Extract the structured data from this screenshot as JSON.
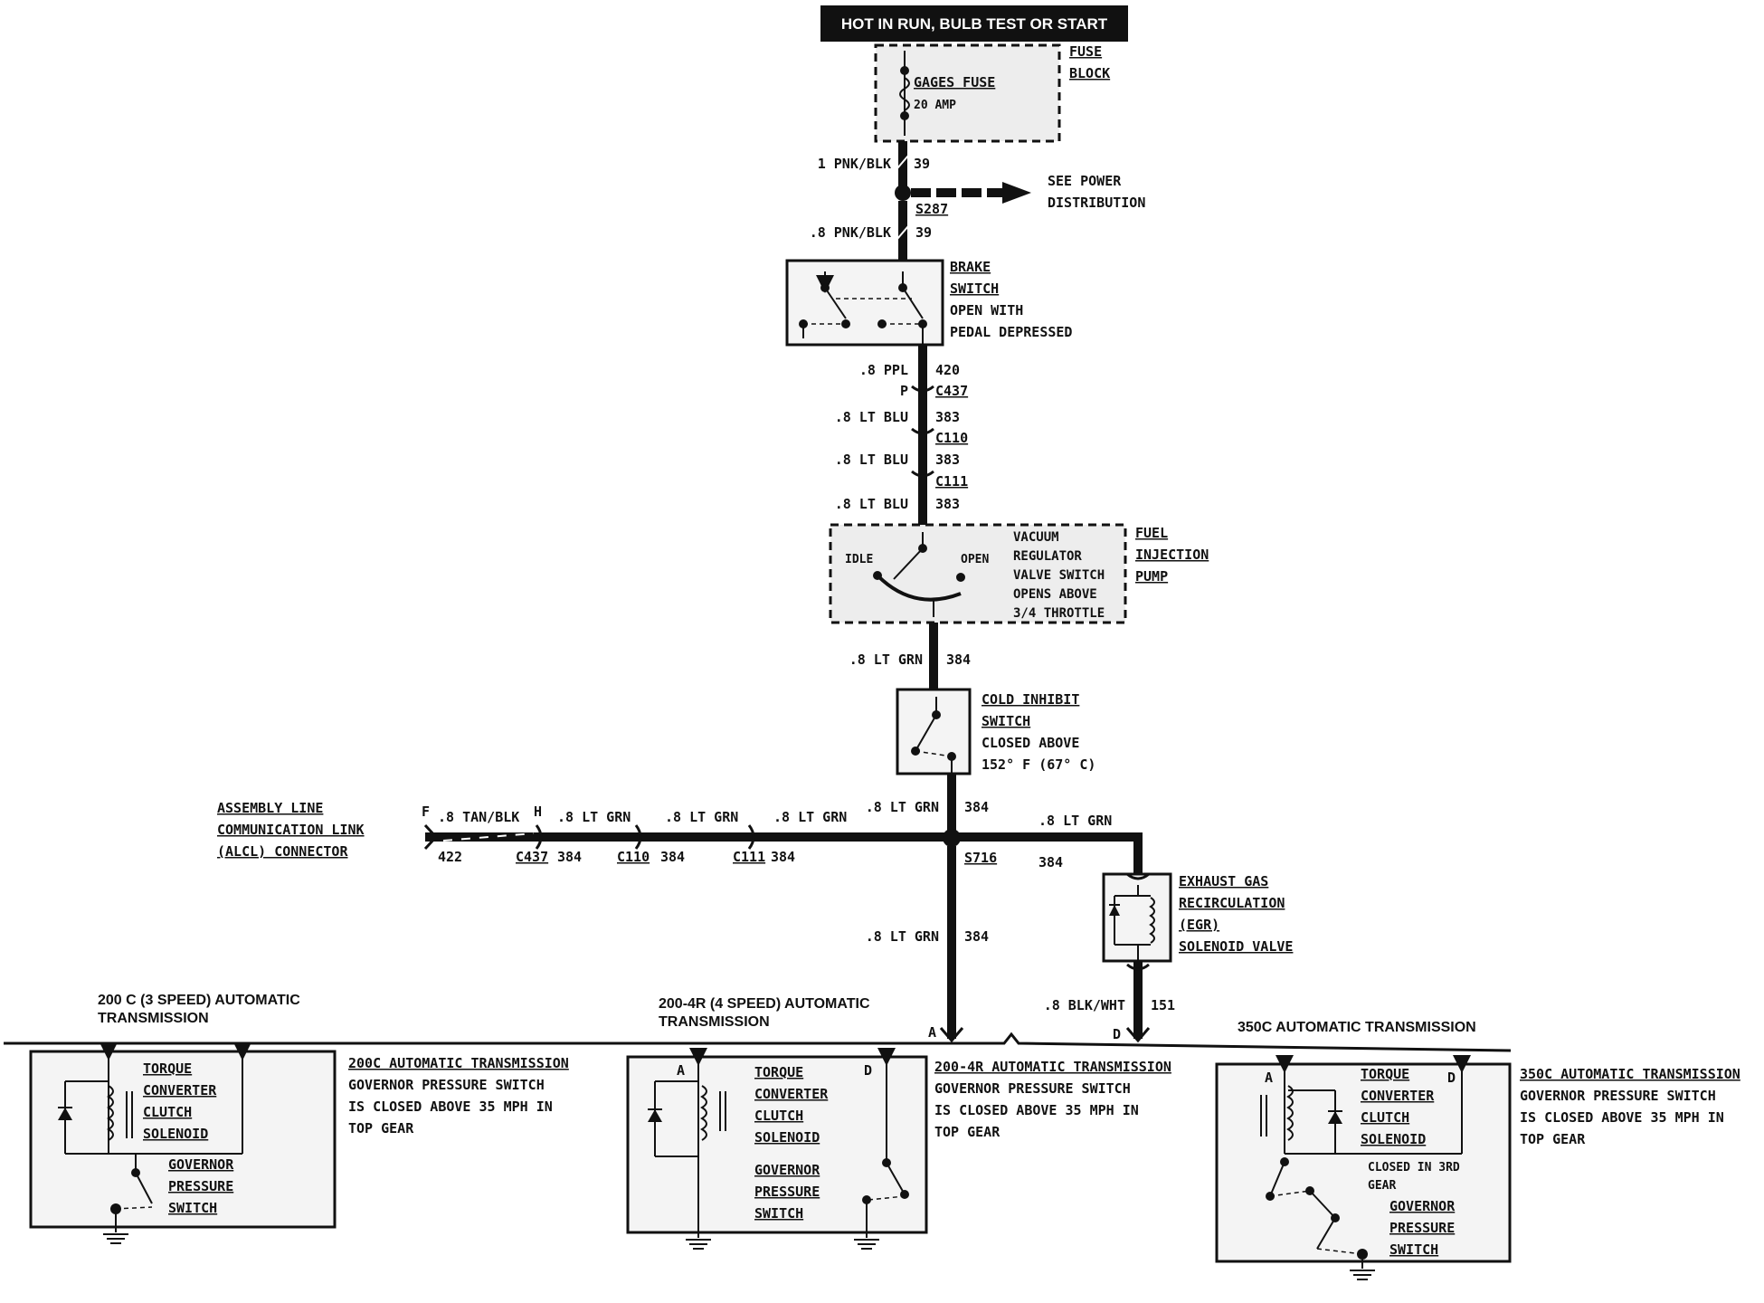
{
  "header": "HOT IN RUN,  BULB TEST OR START",
  "fuse_block": {
    "title_1": "FUSE",
    "title_2": "BLOCK",
    "fuse_name": "GAGES FUSE",
    "fuse_rating": "20 AMP"
  },
  "wire_top": {
    "gauge": "1 PNK/BLK",
    "circuit": "39"
  },
  "splice_s287": {
    "id": "S287",
    "see_1": "SEE POWER",
    "see_2": "DISTRIBUTION"
  },
  "wire_s287_brake": {
    "gauge": ".8 PNK/BLK",
    "circuit": "39"
  },
  "brake_switch": {
    "line1": "BRAKE",
    "line2": "SWITCH",
    "line3": "OPEN WITH",
    "line4": "PEDAL DEPRESSED"
  },
  "vertical_chain": {
    "w1_gauge": ".8 PPL",
    "w1_circuit": "420",
    "c437_pin": "P",
    "c437": "C437",
    "w2_gauge": ".8 LT BLU",
    "w2_circuit": "383",
    "c110": "C110",
    "w3_gauge": ".8 LT BLU",
    "w3_circuit": "383",
    "c111": "C111",
    "w4_gauge": ".8 LT BLU",
    "w4_circuit": "383"
  },
  "vacuum_switch": {
    "idle": "IDLE",
    "open": "OPEN",
    "line1": "VACUUM",
    "line2": "REGULATOR",
    "line3": "VALVE SWITCH",
    "line4": "OPENS ABOVE",
    "line5": "3/4 THROTTLE",
    "pump1": "FUEL",
    "pump2": "INJECTION",
    "pump3": "PUMP"
  },
  "wire_vac_cold": {
    "gauge": ".8 LT GRN",
    "circuit": "384"
  },
  "cold_inhibit": {
    "line1": "COLD INHIBIT",
    "line2": "SWITCH",
    "line3": "CLOSED ABOVE",
    "line4": "152° F (67° C)"
  },
  "wire_cold_s716": {
    "gauge": ".8 LT GRN",
    "circuit": "384"
  },
  "alcl": {
    "line1": "ASSEMBLY LINE",
    "line2": "COMMUNICATION LINK",
    "line3": "(ALCL) CONNECTOR",
    "pin_f": "F",
    "w1_gauge": ".8 TAN/BLK",
    "w1_circuit": "422",
    "pin_h": "H",
    "c437": "C437",
    "w2_gauge": ".8 LT GRN",
    "w2_circuit": "384",
    "c110": "C110",
    "w3_gauge": ".8 LT GRN",
    "w3_circuit": "384",
    "c111": "C111",
    "w4_gauge": ".8 LT GRN",
    "w4_circuit": "384"
  },
  "splice_s716": "S716",
  "egr_branch": {
    "gauge": ".8 LT GRN",
    "circuit": "384"
  },
  "egr": {
    "line1": "EXHAUST GAS",
    "line2": "RECIRCULATION",
    "line3": "(EGR)",
    "line4": "SOLENOID VALVE"
  },
  "wire_egr_d": {
    "gauge": ".8 BLK/WHT",
    "circuit": "151"
  },
  "wire_s716_a": {
    "gauge": ".8 LT GRN",
    "circuit": "384"
  },
  "pin_a": "A",
  "pin_d": "D",
  "trans_200c": {
    "heading1": "200 C (3 SPEED) AUTOMATIC",
    "heading2": "TRANSMISSION",
    "solenoid1": "TORQUE",
    "solenoid2": "CONVERTER",
    "solenoid3": "CLUTCH",
    "solenoid4": "SOLENOID",
    "gov1": "GOVERNOR",
    "gov2": "PRESSURE",
    "gov3": "SWITCH",
    "note1": "200C AUTOMATIC TRANSMISSION",
    "note2": "GOVERNOR PRESSURE SWITCH",
    "note3": "IS CLOSED ABOVE 35 MPH IN",
    "note4": "TOP GEAR"
  },
  "trans_2004r": {
    "heading1": "200-4R (4 SPEED)  AUTOMATIC",
    "heading2": "TRANSMISSION",
    "pin_a": "A",
    "pin_d": "D",
    "solenoid1": "TORQUE",
    "solenoid2": "CONVERTER",
    "solenoid3": "CLUTCH",
    "solenoid4": "SOLENOID",
    "gov1": "GOVERNOR",
    "gov2": "PRESSURE",
    "gov3": "SWITCH",
    "note1": "200-4R AUTOMATIC TRANSMISSION",
    "note2": "GOVERNOR PRESSURE SWITCH",
    "note3": "IS CLOSED ABOVE 35 MPH IN",
    "note4": "TOP GEAR"
  },
  "trans_350c": {
    "heading1": "350C AUTOMATIC TRANSMISSION",
    "pin_a": "A",
    "pin_d": "D",
    "solenoid1": "TORQUE",
    "solenoid2": "CONVERTER",
    "solenoid3": "CLUTCH",
    "solenoid4": "SOLENOID",
    "closed1": "CLOSED IN 3RD",
    "closed2": "GEAR",
    "gov1": "GOVERNOR",
    "gov2": "PRESSURE",
    "gov3": "SWITCH",
    "note1": "350C AUTOMATIC TRANSMISSION",
    "note2": "GOVERNOR PRESSURE SWITCH",
    "note3": "IS CLOSED ABOVE 35 MPH IN",
    "note4": "TOP GEAR"
  }
}
